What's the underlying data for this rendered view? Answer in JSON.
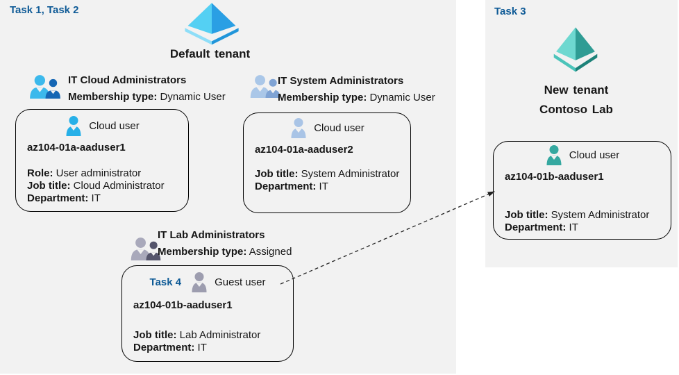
{
  "colors": {
    "panel_background": "#f2f2f2",
    "task_label_blue": "#0e5a96",
    "text": "#161616",
    "card_border": "#000000",
    "arrow": "#222222",
    "tenant_icon_blue_light": "#54d0f3",
    "tenant_icon_blue_dark": "#2a9fe4",
    "tenant_icon_teal_light": "#6ed8d0",
    "tenant_icon_teal_dark": "#2f9c94",
    "cloud_user_cyan": "#27b0e8",
    "cloud_user_periwinkle": "#a9c4e6",
    "guest_user_gray": "#9d9daf",
    "cloud_user_teal": "#35a8a0"
  },
  "left_panel": {
    "task_label": "Task 1, Task 2",
    "tenant": {
      "icon": "azure-tenant-icon",
      "label": "Default tenant"
    },
    "groups": [
      {
        "icon": "group-icon",
        "name": "IT Cloud Administrators",
        "membership_label": "Membership type:",
        "membership_value": "Dynamic User"
      },
      {
        "icon": "group-icon",
        "name": "IT System Administrators",
        "membership_label": "Membership type:",
        "membership_value": "Dynamic User"
      },
      {
        "icon": "group-icon",
        "name": "IT Lab Administrators",
        "membership_label": "Membership type:",
        "membership_value": "Assigned"
      }
    ],
    "cards": [
      {
        "user_type": "Cloud user",
        "name": "az104-01a-aaduser1",
        "fields": [
          {
            "label": "Role:",
            "value": "User administrator"
          },
          {
            "label": "Job title:",
            "value": "Cloud Administrator"
          },
          {
            "label": "Department:",
            "value": "IT"
          }
        ]
      },
      {
        "user_type": "Cloud user",
        "name": "az104-01a-aaduser2",
        "fields": [
          {
            "label": "Job title:",
            "value": "System Administrator"
          },
          {
            "label": "Department:",
            "value": "IT"
          }
        ]
      },
      {
        "task_label": "Task 4",
        "user_type": "Guest user",
        "name": "az104-01b-aaduser1",
        "fields": [
          {
            "label": "Job title:",
            "value": "Lab Administrator"
          },
          {
            "label": "Department:",
            "value": "IT"
          }
        ]
      }
    ]
  },
  "right_panel": {
    "task_label": "Task 3",
    "tenant": {
      "icon": "azure-tenant-icon",
      "label_line1": "New tenant",
      "label_line2": "Contoso Lab"
    },
    "card": {
      "user_type": "Cloud user",
      "name": "az104-01b-aaduser1",
      "fields": [
        {
          "label": "Job title:",
          "value": "System Administrator"
        },
        {
          "label": "Department:",
          "value": "IT"
        }
      ]
    }
  }
}
